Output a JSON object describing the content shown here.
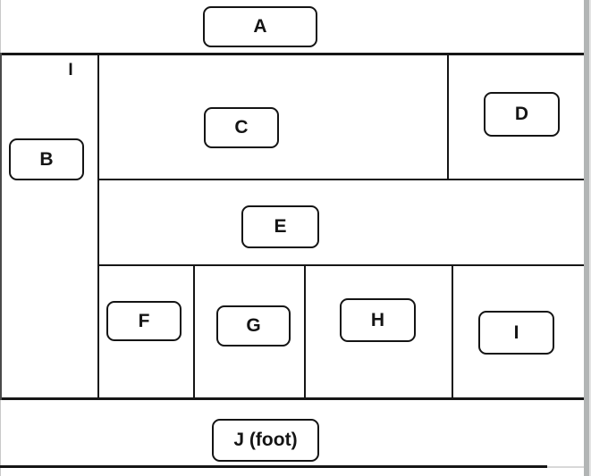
{
  "diagram": {
    "description": "Labeled page-layout wireframe diagram with lettered callout boxes",
    "boxes": [
      {
        "id": "A",
        "label": "A"
      },
      {
        "id": "B",
        "label": "B"
      },
      {
        "id": "C",
        "label": "C"
      },
      {
        "id": "D",
        "label": "D"
      },
      {
        "id": "E",
        "label": "E"
      },
      {
        "id": "F",
        "label": "F"
      },
      {
        "id": "G",
        "label": "G"
      },
      {
        "id": "H",
        "label": "H"
      },
      {
        "id": "I",
        "label": "I"
      },
      {
        "id": "J",
        "label": "J (foot)"
      }
    ],
    "stray_label": "I",
    "colors": {
      "line": "#161616",
      "box_border": "#141414",
      "background": "#ffffff",
      "window_edge": "#b2b5b5"
    }
  }
}
